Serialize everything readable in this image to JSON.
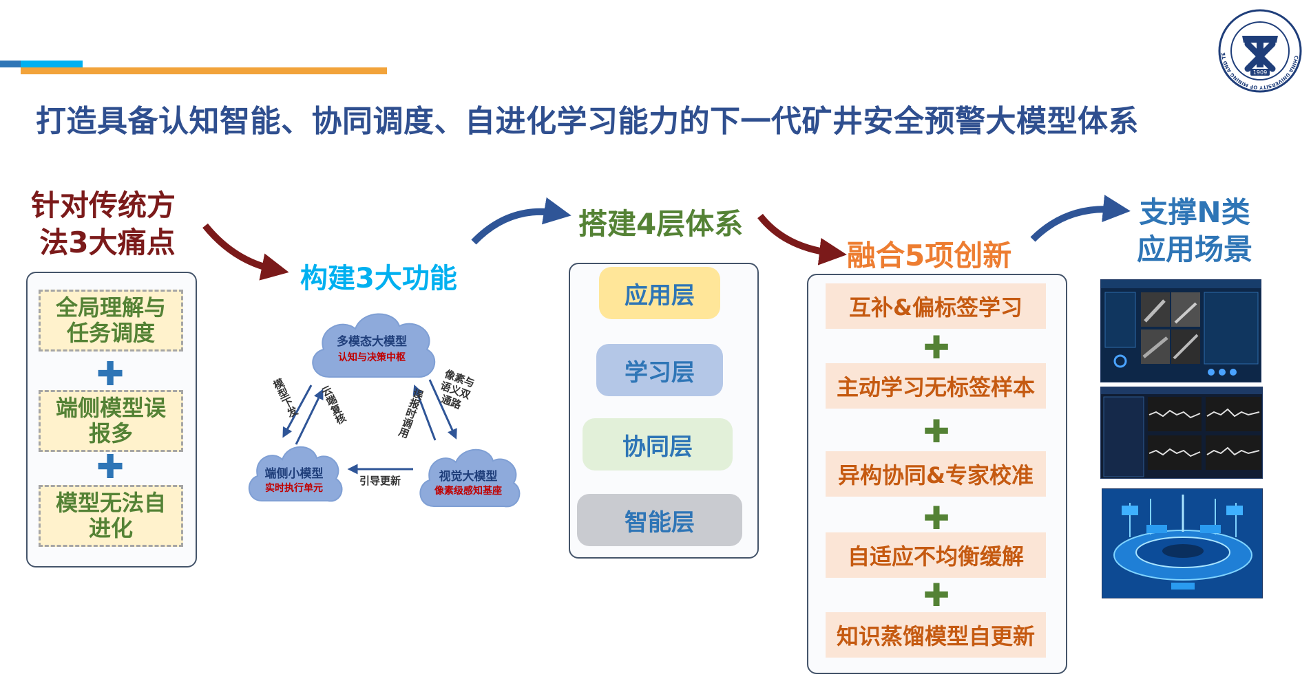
{
  "title": "打造具备认知智能、协同调度、自进化学习能力的下一代矿井安全预警大模型体系",
  "logo": {
    "year": "1909",
    "ring_text": "CHINA UNIVERSITY OF MINING AND TECHNOLOGY"
  },
  "pain_points": {
    "heading_line1": "针对传统方",
    "heading_line2": "法3大痛点",
    "items": [
      "全局理解与任务调度",
      "端侧模型误报多",
      "模型无法自进化"
    ],
    "plus": "✚"
  },
  "functions": {
    "heading": "构建3大功能",
    "cloud_top_title": "多模态大模型",
    "cloud_top_sub": "认知与决策中枢",
    "cloud_left_title": "端侧小模型",
    "cloud_left_sub": "实时执行单元",
    "cloud_right_title": "视觉大模型",
    "cloud_right_sub": "像素级感知基座",
    "edge_left_down": "模型下发",
    "edge_left_up": "云端复核",
    "edge_right_up": "误报时调用",
    "edge_right_down": "像素与语义双通路",
    "edge_bottom": "引导更新"
  },
  "layers": {
    "heading": "搭建4层体系",
    "items": [
      "应用层",
      "学习层",
      "协同层",
      "智能层"
    ]
  },
  "innovations": {
    "heading": "融合5项创新",
    "items": [
      "互补&偏标签学习",
      "主动学习无标签样本",
      "异构协同&专家校准",
      "自适应不均衡缓解",
      "知识蒸馏模型自更新"
    ],
    "plus": "✚"
  },
  "applications": {
    "heading_line1": "支撑N类",
    "heading_line2": "应用场景"
  },
  "colors": {
    "title": "#2f4f8f",
    "dark_red": "#7b1a1a",
    "cyan": "#00b0f0",
    "green": "#548235",
    "orange": "#ed7d31",
    "blue": "#2e75b6",
    "navy_arrow": "#2f5597"
  }
}
